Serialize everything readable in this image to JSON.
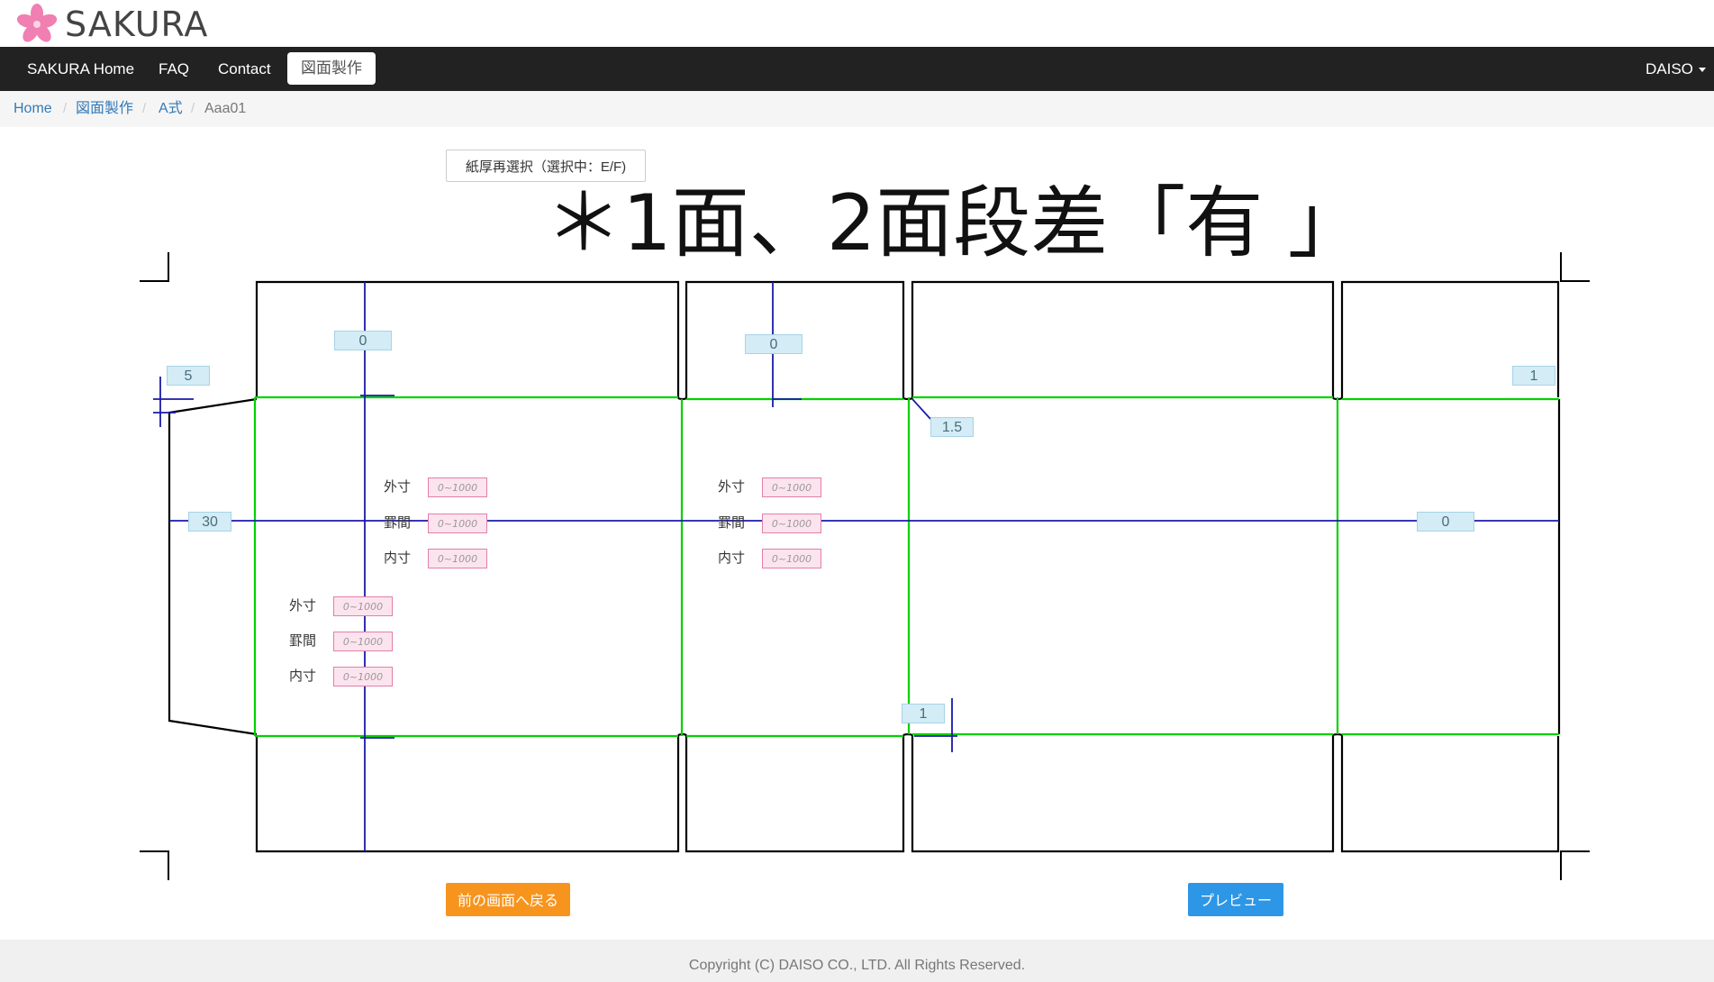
{
  "header": {
    "brand": "SAKURA",
    "logo_icon": "sakura-flower-icon"
  },
  "nav": {
    "items": [
      {
        "label": "SAKURA Home"
      },
      {
        "label": "FAQ"
      },
      {
        "label": "Contact"
      },
      {
        "label": "図面製作"
      }
    ],
    "user": "DAISO"
  },
  "breadcrumb": {
    "items": [
      {
        "label": "Home"
      },
      {
        "label": "図面製作"
      },
      {
        "label": "A式"
      },
      {
        "label": "Aaa01"
      }
    ]
  },
  "drawing": {
    "reselect_button": "紙厚再選択（選択中：E/F)",
    "headline": "＊1面、2面段差「有 」",
    "dimensions": {
      "panel1_flap_height": "0",
      "panel2_flap_height": "0",
      "glue_flap_top": "5",
      "right_top": "1",
      "gap": "1.5",
      "glue_flap_width": "30",
      "right_mid": "0",
      "bottom_offset": "1"
    },
    "panel1_width": {
      "outer_label": "外寸",
      "crease_label": "罫間",
      "inner_label": "内寸",
      "placeholder": "0~1000"
    },
    "panel2_width": {
      "outer_label": "外寸",
      "crease_label": "罫間",
      "inner_label": "内寸",
      "placeholder": "0~1000"
    },
    "height": {
      "outer_label": "外寸",
      "crease_label": "罫間",
      "inner_label": "内寸",
      "placeholder": "0~1000"
    },
    "colors": {
      "outline": "#000000",
      "crease": "#00d200",
      "dimension": "#1a1aa8"
    }
  },
  "actions": {
    "back": "前の画面へ戻る",
    "preview": "プレビュー"
  },
  "footer": {
    "copyright": "Copyright (C) DAISO CO., LTD. All Rights Reserved."
  }
}
